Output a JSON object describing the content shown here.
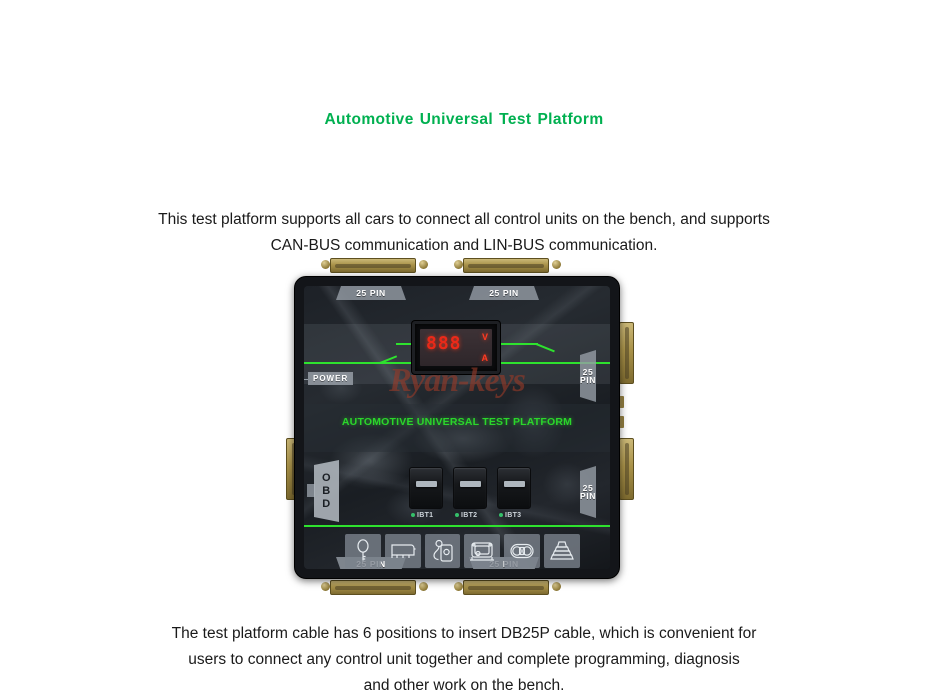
{
  "page": {
    "title_words": [
      "Automotive",
      "Universal",
      "Test",
      "Platform"
    ],
    "title_text": "Automotive  Universal  Test  Platform",
    "intro_line_1": "This test platform supports all cars to connect all control units on the bench, and supports",
    "intro_line_2": "CAN-BUS communication and LIN-BUS communication.",
    "outro_line_1": "The test platform cable has 6 positions to insert DB25P cable, which is convenient for",
    "outro_line_2": "users to connect any control unit together and complete programming, diagnosis",
    "outro_line_3": "and other work on the bench.",
    "accent_green": "#00b050",
    "body_text_color": "#1a1a1a",
    "background": "#ffffff"
  },
  "product": {
    "device_name": "AUTOMOTIVE UNIVERSAL TEST PLATFORM",
    "device_name_color": "#2bd62b",
    "watermark": "Ryan-keys",
    "watermark_color": "#963a28",
    "chassis_color": "#131519",
    "power_label": "POWER",
    "obd_label": "OBD",
    "obd_letters": [
      "O",
      "B",
      "D"
    ],
    "meter": {
      "digits": "888",
      "unit_top": "V",
      "unit_bottom": "A",
      "led_color": "#ff2a17"
    },
    "pin_tabs": {
      "top_left": "25 PIN",
      "top_right": "25 PIN",
      "bottom_left": "25 PIN",
      "bottom_right": "25 PIN",
      "right_upper_line1": "25",
      "right_upper_line2": "PIN",
      "right_lower_line1": "25",
      "right_lower_line2": "PIN"
    },
    "switches": [
      {
        "label": "IBT1"
      },
      {
        "label": "IBT2"
      },
      {
        "label": "IBT3"
      }
    ],
    "icon_tiles": [
      {
        "name": "car-key-icon"
      },
      {
        "name": "ecu-module-icon"
      },
      {
        "name": "ignition-lock-icon"
      },
      {
        "name": "control-unit-icon"
      },
      {
        "name": "instrument-cluster-icon"
      },
      {
        "name": "gear-shifter-icon"
      }
    ]
  }
}
